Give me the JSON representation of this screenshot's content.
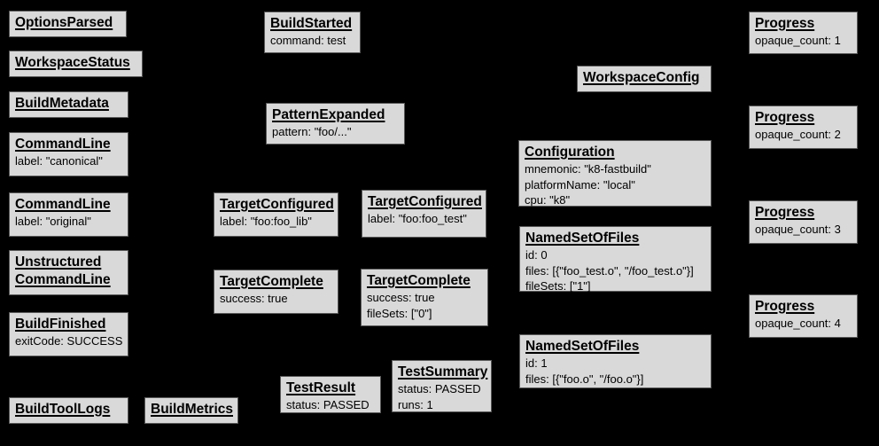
{
  "diagram": {
    "background": "#000000",
    "node_fill": "#d9d9d9",
    "node_border": "#595959",
    "text_color": "#000000"
  },
  "nodes": [
    {
      "title": "OptionsParsed",
      "lines": []
    },
    {
      "title": "WorkspaceStatus",
      "lines": []
    },
    {
      "title": "BuildMetadata",
      "lines": []
    },
    {
      "title": "CommandLine",
      "lines": [
        "label: \"canonical\""
      ]
    },
    {
      "title": "CommandLine",
      "lines": [
        "label: \"original\""
      ]
    },
    {
      "title": "Unstructured\nCommandLine",
      "lines": []
    },
    {
      "title": "BuildFinished",
      "lines": [
        "exitCode: SUCCESS"
      ]
    },
    {
      "title": "BuildToolLogs",
      "lines": []
    },
    {
      "title": "BuildMetrics",
      "lines": []
    },
    {
      "title": "BuildStarted",
      "lines": [
        "command: test"
      ]
    },
    {
      "title": "PatternExpanded",
      "lines": [
        "pattern: \"foo/...\""
      ]
    },
    {
      "title": "TargetConfigured",
      "lines": [
        "label: \"foo:foo_lib\""
      ]
    },
    {
      "title": "TargetConfigured",
      "lines": [
        "label: \"foo:foo_test\""
      ]
    },
    {
      "title": "TargetComplete",
      "lines": [
        "success: true"
      ]
    },
    {
      "title": "TargetComplete",
      "lines": [
        "success: true",
        "fileSets: [\"0\"]"
      ]
    },
    {
      "title": "TestResult",
      "lines": [
        "status: PASSED"
      ]
    },
    {
      "title": "TestSummary",
      "lines": [
        "status: PASSED",
        "runs: 1"
      ]
    },
    {
      "title": "WorkspaceConfig",
      "lines": []
    },
    {
      "title": "Configuration",
      "lines": [
        "mnemonic: \"k8-fastbuild\"",
        "platformName: \"local\"",
        "cpu: \"k8\""
      ]
    },
    {
      "title": "NamedSetOfFiles",
      "lines": [
        "id: 0",
        "files: [{\"foo_test.o\", \"/foo_test.o\"}]",
        "fileSets: [\"1\"]"
      ]
    },
    {
      "title": "NamedSetOfFiles",
      "lines": [
        "id: 1",
        "files: [{\"foo.o\", \"/foo.o\"}]"
      ]
    },
    {
      "title": "Progress",
      "lines": [
        "opaque_count: 1"
      ]
    },
    {
      "title": "Progress",
      "lines": [
        "opaque_count: 2"
      ]
    },
    {
      "title": "Progress",
      "lines": [
        "opaque_count: 3"
      ]
    },
    {
      "title": "Progress",
      "lines": [
        "opaque_count: 4"
      ]
    }
  ]
}
